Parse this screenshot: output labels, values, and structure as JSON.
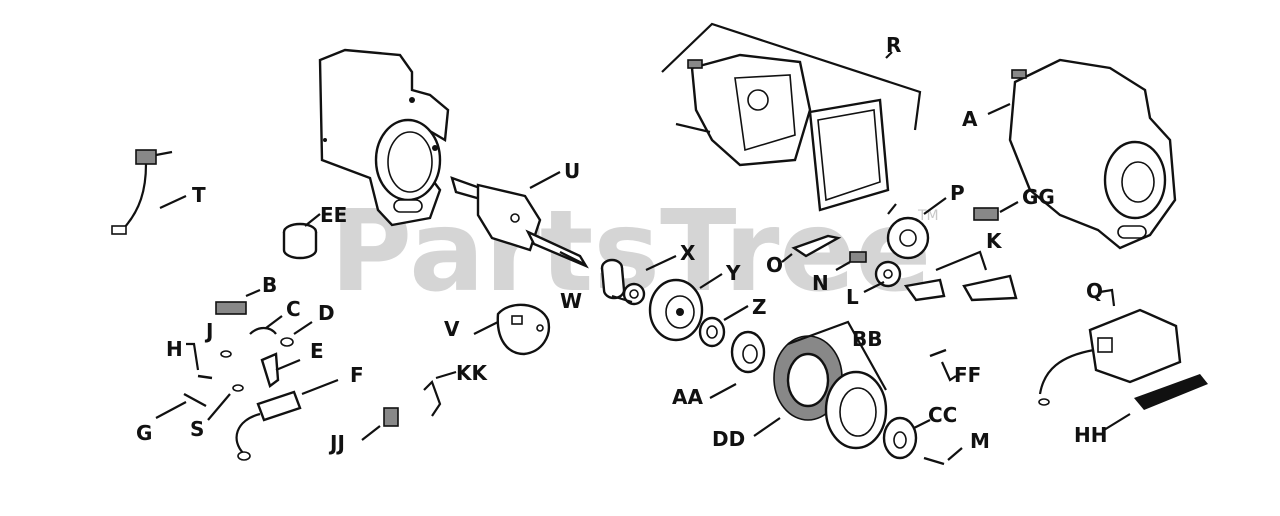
{
  "watermark": {
    "text": "PartsTree",
    "trademark": "TM"
  },
  "labels": {
    "A": "A",
    "B": "B",
    "C": "C",
    "D": "D",
    "E": "E",
    "F": "F",
    "G": "G",
    "H": "H",
    "J": "J",
    "K": "K",
    "L": "L",
    "M": "M",
    "N": "N",
    "O": "O",
    "P": "P",
    "Q": "Q",
    "R": "R",
    "S": "S",
    "T": "T",
    "U": "U",
    "V": "V",
    "W": "W",
    "X": "X",
    "Y": "Y",
    "Z": "Z",
    "AA": "AA",
    "BB": "BB",
    "CC": "CC",
    "DD": "DD",
    "EE": "EE",
    "FF": "FF",
    "GG": "GG",
    "HH": "HH",
    "JJ": "JJ",
    "KK": "KK"
  }
}
